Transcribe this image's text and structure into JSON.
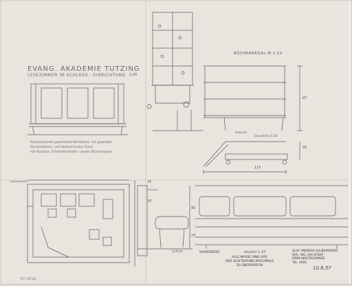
{
  "title": "EVANG. AKADEMIE TUTZING",
  "subtitle": "LESEZIMMER IM SCHLOSS - EINRICHTUNG",
  "scale_main": "1:20",
  "bookshelf_label": "BÜCHERREGAL M 1:10",
  "notes": [
    "Rosshaarkante gepolsterte Wandbank, mit gepolster-",
    "Rückenlehnen, und dekorierenden Rand.",
    "Alle Kubatur: Schreibtischtafel / zweier Bücherregale."
  ],
  "ansicht_label": "Ansicht",
  "grundriss_label": "Grundriss 1:10",
  "dim_width": "115",
  "dim_height": "97",
  "dim_depth": "35",
  "dim_small_1": "25",
  "dim_small_2": "35",
  "dim_small_3": "90",
  "dim_small_4": "15",
  "schnitt_label": "Schnitt",
  "wandbank_label": "WANDBANK",
  "ansicht_scale_label": "Ansicht 1:10",
  "stamp_lines": [
    "ALLE MASSE SIND VOR",
    "DER AUSFÜHRUNG NOCHMALS",
    "ZU ÜBERPRÜFEN"
  ],
  "office_lines": [
    "OLAF ANDREAS GULBRANSSON",
    "DIPL. ING. ARCHITEKT",
    "MÜNCHEN-TEGERNSEE",
    "TEL. 0000"
  ],
  "date": "10.8.57",
  "corner_note": "57-18 kg"
}
